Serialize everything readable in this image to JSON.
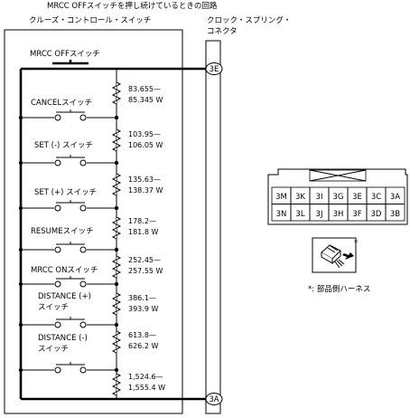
{
  "title": "MRCC OFFスイッチを押し続けているときの回路",
  "left_box_label": "クルーズ・コントロール・スイッチ",
  "right_box_label_line1": "クロック・スプリング・",
  "right_box_label_line2": "コネクタ",
  "terminal_top": "3E",
  "terminal_bottom": "3A",
  "switches": [
    {
      "label": "MRCC OFFスイッチ"
    },
    {
      "label": "CANCELスイッチ"
    },
    {
      "label": "SET (-) スイッチ"
    },
    {
      "label": "SET (+) スイッチ"
    },
    {
      "label": "RESUMEスイッチ"
    },
    {
      "label": "MRCC ONスイッチ"
    },
    {
      "label_line1": "DISTANCE (+)",
      "label_line2": "スイッチ"
    },
    {
      "label_line1": "DISTANCE (-)",
      "label_line2": "スイッチ"
    }
  ],
  "resistors": [
    {
      "line1": "83.655—",
      "line2": "85.345 W"
    },
    {
      "line1": "103.95—",
      "line2": "106.05 W"
    },
    {
      "line1": "135.63—",
      "line2": "138.37 W"
    },
    {
      "line1": "178.2—",
      "line2": "181.8 W"
    },
    {
      "line1": "252.45—",
      "line2": "257.55 W"
    },
    {
      "line1": "386.1—",
      "line2": "393.9 W"
    },
    {
      "line1": "613.8—",
      "line2": "626.2 W"
    },
    {
      "line1": "1,524.6—",
      "line2": "1,555.4 W"
    }
  ],
  "connector_pins": {
    "row1": [
      "3M",
      "3K",
      "3I",
      "3G",
      "3E",
      "3C",
      "3A"
    ],
    "row2": [
      "3N",
      "3L",
      "3J",
      "3H",
      "3F",
      "3D",
      "3B"
    ]
  },
  "connector_icon_mark": "*",
  "footnote": "*: 部品側ハーネス"
}
